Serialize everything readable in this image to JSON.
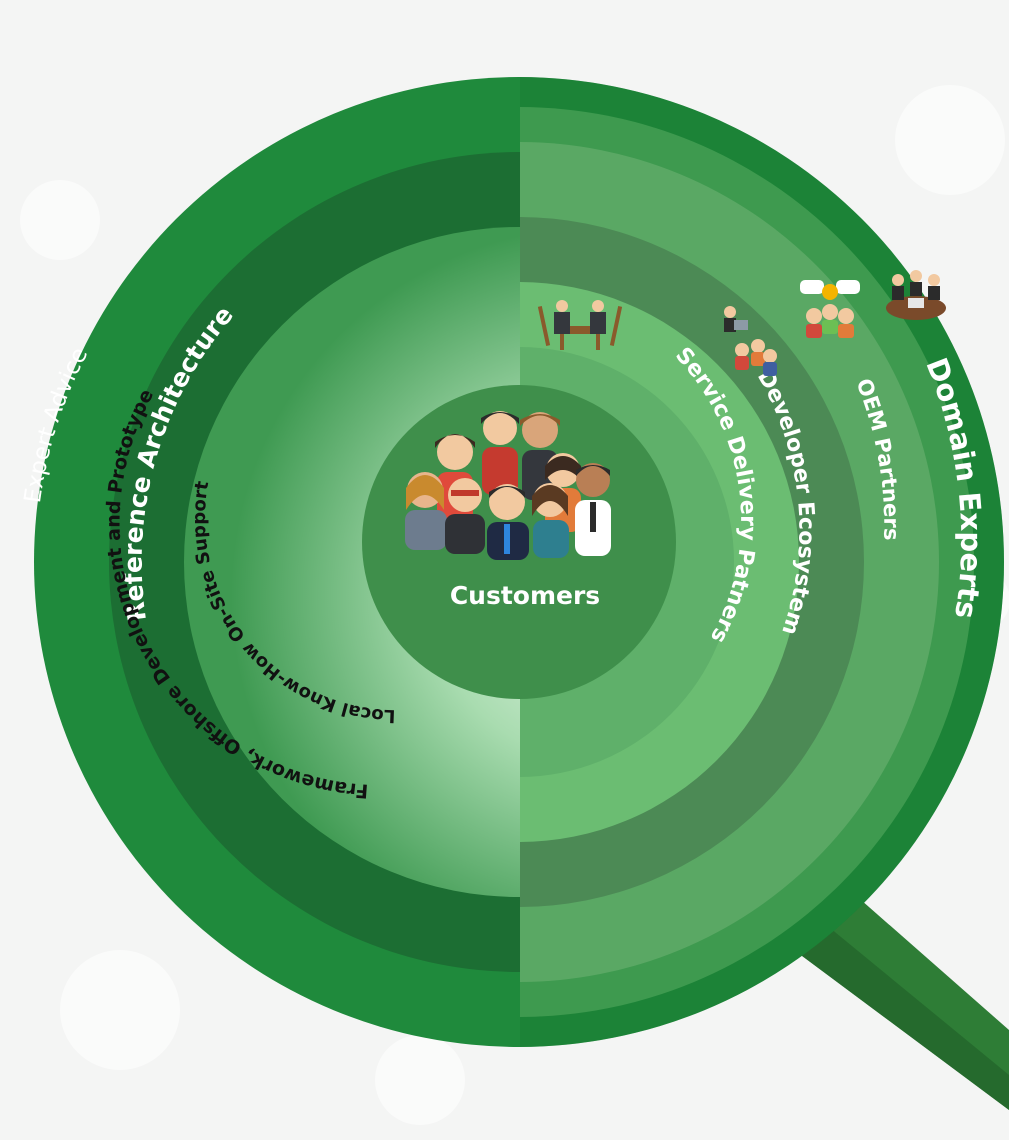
{
  "center": {
    "label": "Customers",
    "icon": "customers-group-icon"
  },
  "left_labels": {
    "outer": "Expert Advice",
    "ring2": "Reference Architecture",
    "ring3": "Framework, Offshore Development and Prototype",
    "ring4": "Local Know-How On-Site Support"
  },
  "right_labels": {
    "outer": "Domain Experts",
    "ring2": "OEM Partners",
    "ring3": "Developer Ecosystem",
    "ring4": "Service Delivery Patners"
  },
  "icons": {
    "domain_experts": "meeting-table-icon",
    "oem_partners": "discussion-group-icon",
    "developer_ecosystem": "presenter-audience-icon",
    "service_delivery": "business-meeting-icon"
  },
  "colors": {
    "outer_ring": "#1f8a3c",
    "handle": "#2e7d36",
    "left_inner": "#3e9a4f",
    "right_light": "#6bbd72",
    "right_dark": "#4a8a52",
    "center": "#3f8f4b",
    "background": "#f4f5f4"
  }
}
